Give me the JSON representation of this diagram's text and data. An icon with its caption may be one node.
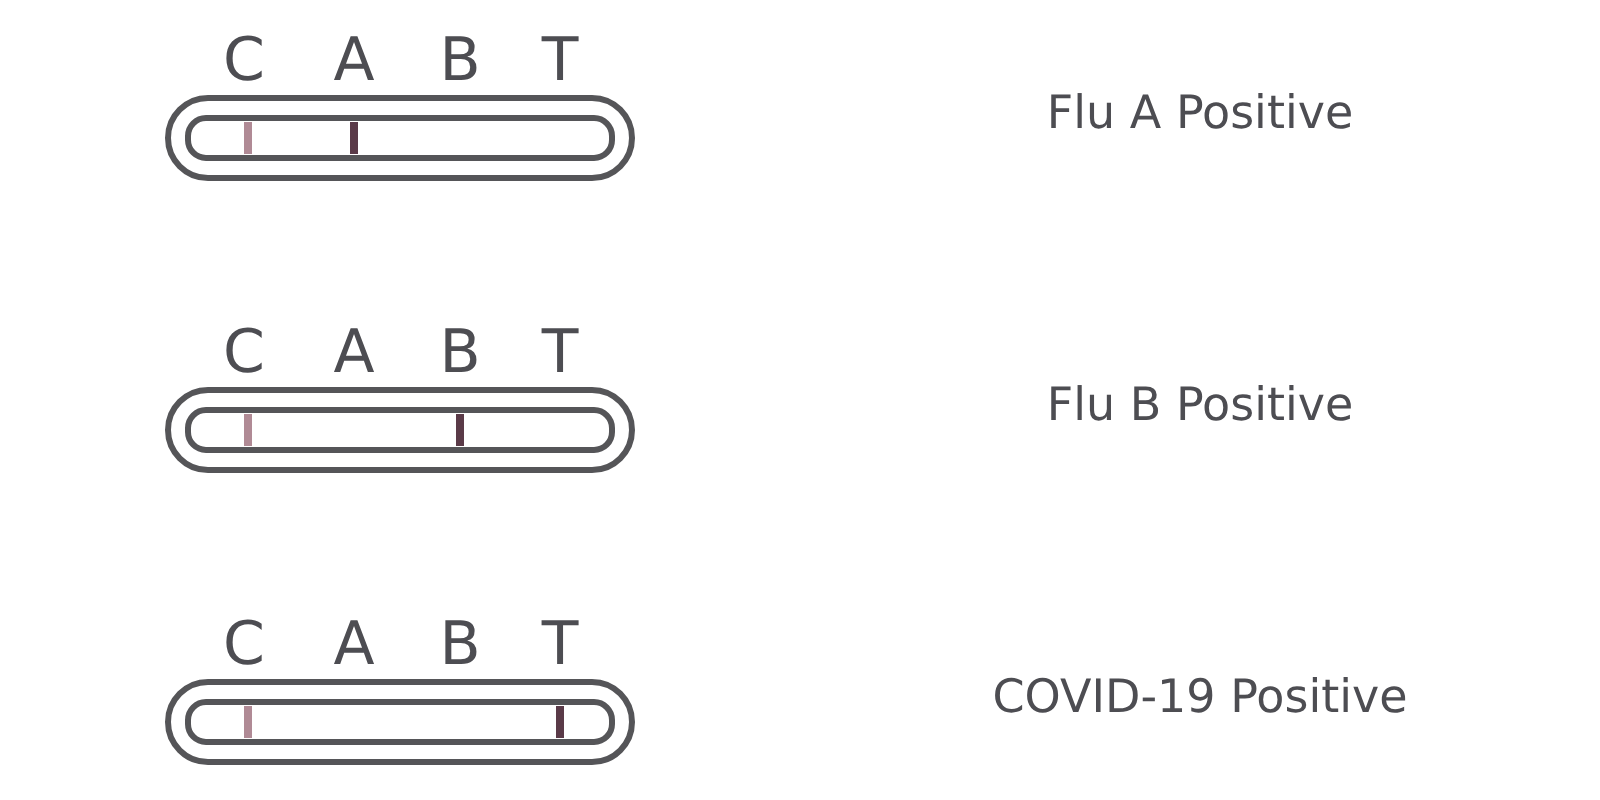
{
  "diagram": {
    "labels": [
      "C",
      "A",
      "B",
      "T",
      "Flu A Positive",
      "C",
      "A",
      "B",
      "T",
      "Flu B Positive",
      "C",
      "A",
      "B",
      "T",
      "COVID-19 Positive"
    ]
  }
}
